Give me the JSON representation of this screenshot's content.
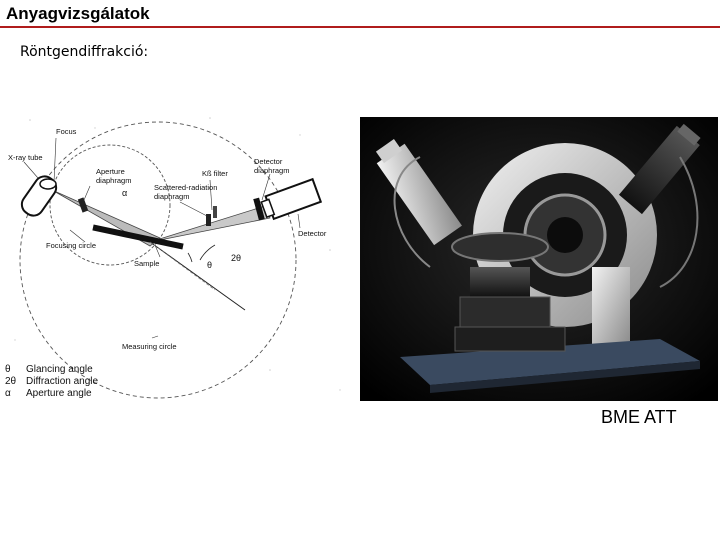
{
  "header": {
    "title": "Anyagvizsgálatok"
  },
  "subtitle": "Röntgendiffrakció:",
  "diagram": {
    "labels": {
      "focus": "Focus",
      "xray_tube": "X-ray tube",
      "aperture_diaphragm_1": "Aperture",
      "aperture_diaphragm_2": "diaphragm",
      "alpha": "α",
      "kb_filter": "Kß filter",
      "scattered_1": "Scattered-radiation",
      "scattered_2": "diaphragm",
      "detector_diaphragm_1": "Detector",
      "detector_diaphragm_2": "diaphragm",
      "detector": "Detector",
      "focusing_circle": "Focusing circle",
      "sample": "Sample",
      "theta": "θ",
      "two_theta": "2θ",
      "measuring_circle": "Measuring circle"
    },
    "legend": [
      {
        "symbol": "θ",
        "text": "Glancing angle"
      },
      {
        "symbol": "2θ",
        "text": "Diffraction angle"
      },
      {
        "symbol": "α",
        "text": "Aperture angle"
      }
    ]
  },
  "photo": {
    "description_icon": "diffractometer-photo"
  },
  "credit": "BME ATT"
}
